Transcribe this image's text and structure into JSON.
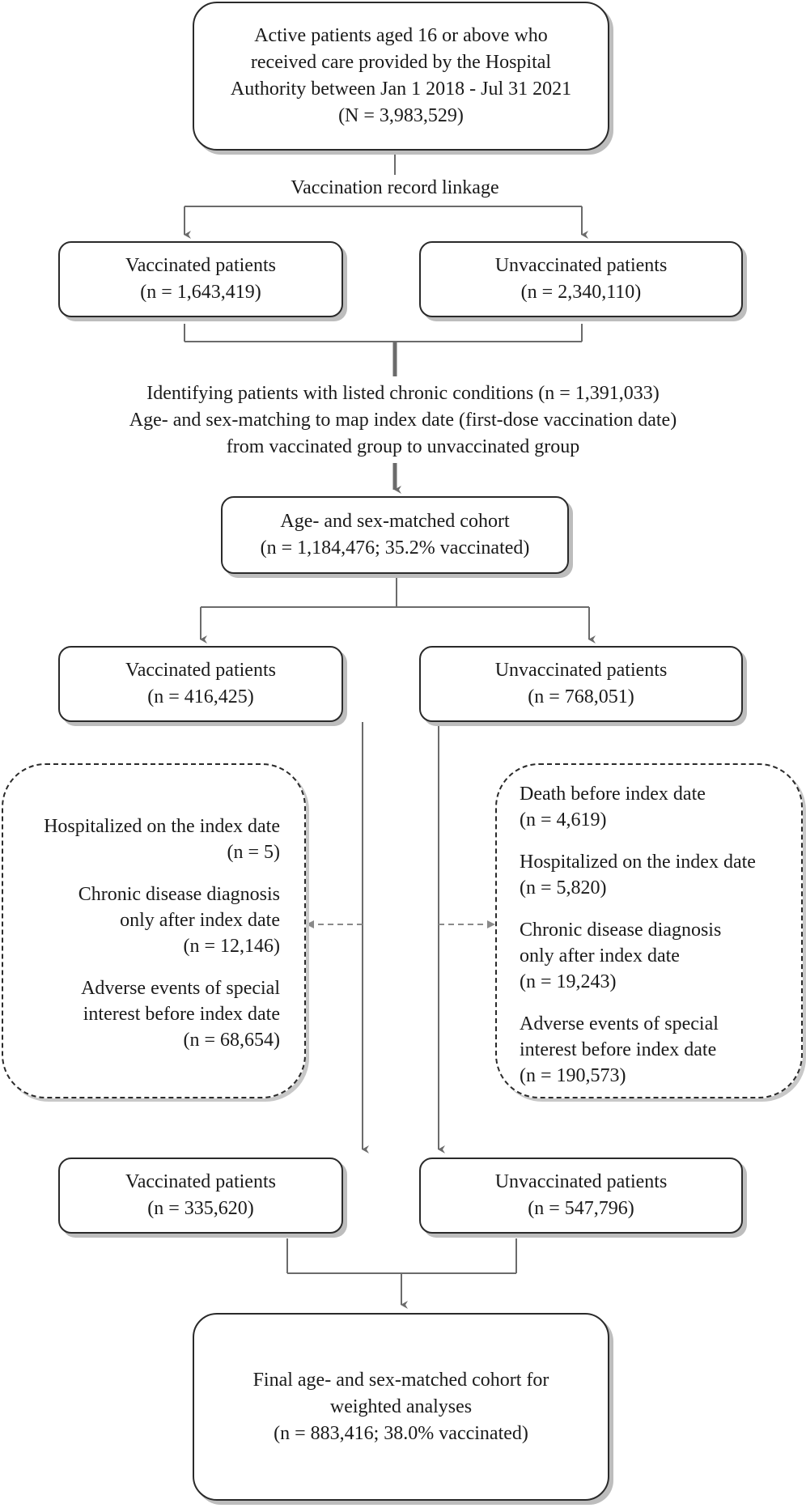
{
  "top_box": {
    "lines": [
      "Active patients aged 16 or above who",
      "received care provided by the Hospital",
      "Authority between Jan 1 2018 - Jul 31 2021",
      "(N = 3,983,529)"
    ]
  },
  "linkage_label": "Vaccination record linkage",
  "split1": {
    "vaccinated": {
      "title": "Vaccinated patients",
      "count": "(n = 1,643,419)"
    },
    "unvaccinated": {
      "title": "Unvaccinated patients",
      "count": "(n = 2,340,110)"
    }
  },
  "matching_text": [
    "Identifying patients with listed chronic conditions (n = 1,391,033)",
    "Age- and sex-matching to map index date (first-dose vaccination date)",
    "from vaccinated group to unvaccinated group"
  ],
  "matched_cohort": {
    "title": "Age- and sex-matched cohort",
    "count": "(n = 1,184,476; 35.2% vaccinated)"
  },
  "split2": {
    "vaccinated": {
      "title": "Vaccinated patients",
      "count": "(n = 416,425)"
    },
    "unvaccinated": {
      "title": "Unvaccinated patients",
      "count": "(n = 768,051)"
    }
  },
  "exclusions_vaccinated": [
    {
      "lines": [
        "Hospitalized on the index date",
        "(n = 5)"
      ]
    },
    {
      "lines": [
        "Chronic disease diagnosis",
        "only after index date",
        "(n = 12,146)"
      ]
    },
    {
      "lines": [
        "Adverse events of special",
        "interest before index date",
        "(n = 68,654)"
      ]
    }
  ],
  "exclusions_unvaccinated": [
    {
      "lines": [
        "Death before index date",
        "(n = 4,619)"
      ]
    },
    {
      "lines": [
        "Hospitalized on the index date",
        "(n = 5,820)"
      ]
    },
    {
      "lines": [
        "Chronic disease diagnosis",
        "only after index date",
        "(n = 19,243)"
      ]
    },
    {
      "lines": [
        "Adverse events of special",
        "interest before index date",
        "(n = 190,573)"
      ]
    }
  ],
  "split3": {
    "vaccinated": {
      "title": "Vaccinated patients",
      "count": "(n = 335,620)"
    },
    "unvaccinated": {
      "title": "Unvaccinated patients",
      "count": "(n = 547,796)"
    }
  },
  "final_box": {
    "lines": [
      "Final age- and sex-matched cohort for",
      "weighted analyses",
      "(n = 883,416; 38.0% vaccinated)"
    ]
  },
  "colors": {
    "connector": "#6b6b6b",
    "border": "#2a2a2a",
    "shadow": "#bdbdbd"
  }
}
